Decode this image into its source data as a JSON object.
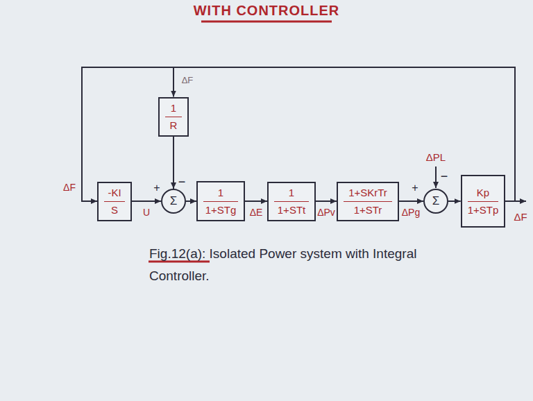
{
  "diagram": {
    "title": "WITH CONTROLLER",
    "caption": "Fig.12(a): Isolated Power system with Integral Controller.",
    "nodes": [
      {
        "text": [
          "-KI",
          "S"
        ]
      },
      {
        "text": [
          "1",
          "R"
        ]
      },
      {
        "text": [
          "Σ"
        ]
      },
      {
        "text": [
          "1",
          "1+STg"
        ]
      },
      {
        "text": [
          "1",
          "1+STt"
        ]
      },
      {
        "text": [
          "1+SKrTr",
          "1+STr"
        ]
      },
      {
        "text": [
          "Σ"
        ]
      },
      {
        "text": [
          "Kp",
          "1+STp"
        ]
      }
    ],
    "edges": [
      {
        "from": 7,
        "to": 0,
        "arrow": "to",
        "label": "ΔF"
      },
      {
        "from": 7,
        "to": 1,
        "arrow": "to",
        "label": "ΔF"
      },
      {
        "from": 0,
        "to": 2,
        "arrow": "to",
        "label": "U"
      },
      {
        "from": 1,
        "to": 2,
        "arrow": "to"
      },
      {
        "from": 2,
        "to": 3,
        "arrow": "to"
      },
      {
        "from": 3,
        "to": 4,
        "arrow": "to",
        "label": "ΔE"
      },
      {
        "from": 4,
        "to": 5,
        "arrow": "to",
        "label": "ΔPv"
      },
      {
        "from": 5,
        "to": 6,
        "arrow": "to",
        "label": "ΔPg"
      },
      {
        "from": 6,
        "to": 7,
        "arrow": "to"
      }
    ],
    "labels": [
      "+",
      "−",
      "+",
      "−",
      "ΔPL",
      "ΔF"
    ]
  }
}
